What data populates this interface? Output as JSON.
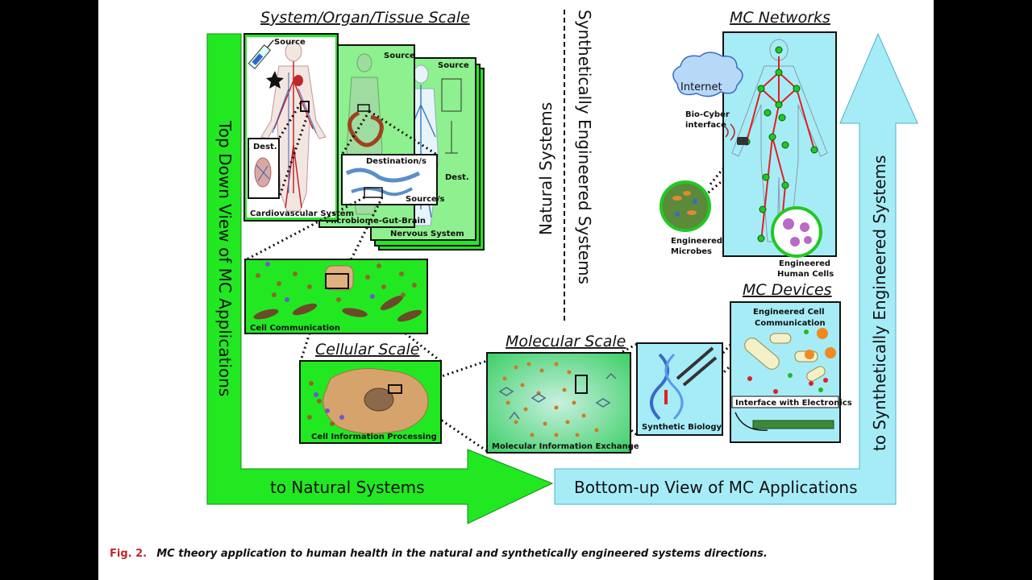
{
  "titles": {
    "system_scale": "System/Organ/Tissue Scale",
    "cellular_scale": "Cellular Scale",
    "molecular_scale": "Molecular Scale",
    "mc_networks": "MC Networks",
    "mc_devices": "MC Devices"
  },
  "center": {
    "natural": "Natural Systems",
    "synthetic": "Synthetically Engineered Systems"
  },
  "arrows": {
    "left_vertical": "Top Down View of  MC Applications",
    "left_horizontal": "to Natural Systems",
    "right_horizontal": "Bottom-up View of  MC Applications",
    "right_vertical": "to Synthetically Engineered Systems"
  },
  "panels": {
    "cardio": {
      "source": "Source",
      "dest": "Dest.",
      "caption": "Cardiovascular System"
    },
    "gut": {
      "source": "Source",
      "destinations": "Destination/s",
      "sources": "Source/s",
      "caption": "Microbiome-Gut-Brain"
    },
    "nervous": {
      "source": "Source",
      "dest": "Dest.",
      "caption": "Nervous System"
    },
    "cell_comm": "Cell Communication",
    "cell_info": "Cell Information Processing",
    "molecular": "Molecular Information Exchange",
    "synbio": "Synthetic Biology",
    "devices": {
      "title_line1": "Engineered Cell",
      "title_line2": "Communication",
      "interface": "Interface with Electronics"
    },
    "network": {
      "internet": "Internet",
      "biocyber_line1": "Bio-Cyber",
      "biocyber_line2": "interface",
      "microbes_line1": "Engineered",
      "microbes_line2": "Microbes",
      "cells_line1": "Engineered",
      "cells_line2": "Human Cells"
    }
  },
  "caption": {
    "fig": "Fig. 2.",
    "text": "MC theory application to human health in the natural and synthetically engineered systems directions."
  },
  "colors": {
    "green": "#22e822",
    "cyan": "#a6ecf7",
    "figlabel": "#c0262d"
  }
}
